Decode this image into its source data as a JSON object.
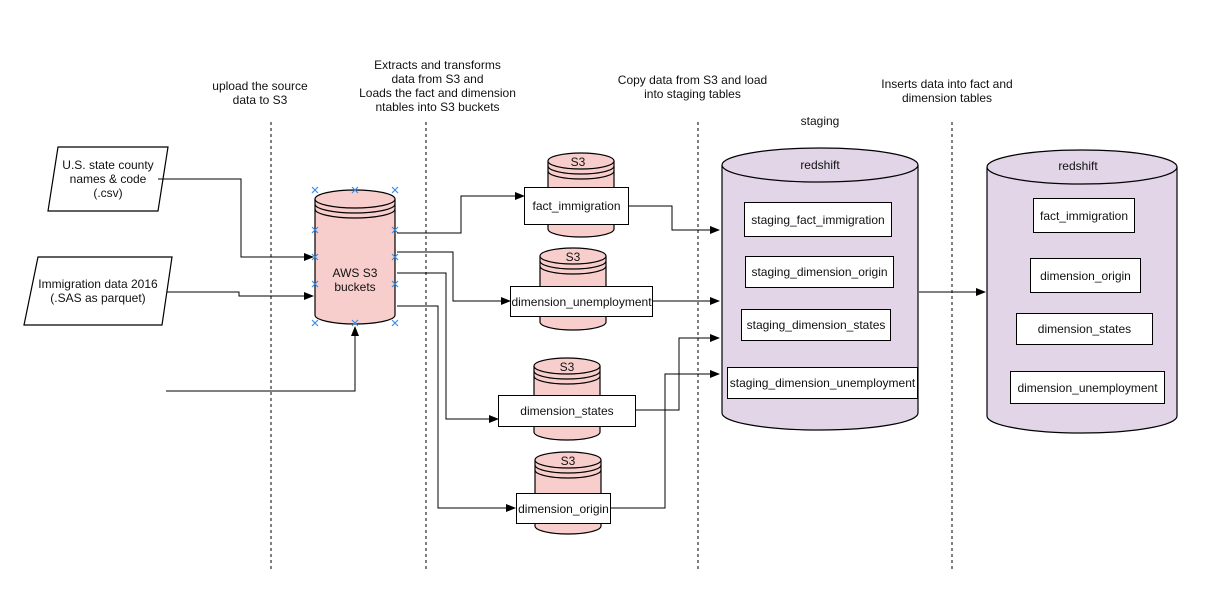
{
  "stages": [
    {
      "id": "upload",
      "text": "upload the source\ndata to S3"
    },
    {
      "id": "transform",
      "text": "Extracts and transforms\ndata from S3 and\nLoads the fact and dimension\nntables into S3 buckets"
    },
    {
      "id": "copy",
      "text": "Copy data from S3 and load\ninto staging tables"
    },
    {
      "id": "insert",
      "text": "Inserts data into fact and\ndimension tables"
    }
  ],
  "staging_label": "staging",
  "sources": [
    {
      "text": "U.S. state county\nnames & code\n(.csv)"
    },
    {
      "text": "Immigration data 2016\n(.SAS as parquet)"
    }
  ],
  "aws_bucket": {
    "label": "AWS S3\nbuckets"
  },
  "s3_label": "S3",
  "s3_tables": [
    "fact_immigration",
    "dimension_unemployment",
    "dimension_states",
    "dimension_origin"
  ],
  "staging_db": {
    "title": "redshift",
    "tables": [
      "staging_fact_immigration",
      "staging_dimension_origin",
      "staging_dimension_states",
      "staging_dimension_unemployment"
    ]
  },
  "final_db": {
    "title": "redshift",
    "tables": [
      "fact_immigration",
      "dimension_origin",
      "dimension_states",
      "dimension_unemployment"
    ]
  },
  "colors": {
    "bucket_fill": "#f8cecc",
    "redshift_fill": "#e1d5e7",
    "line": "#000000",
    "handle": "#3c8ee6"
  }
}
